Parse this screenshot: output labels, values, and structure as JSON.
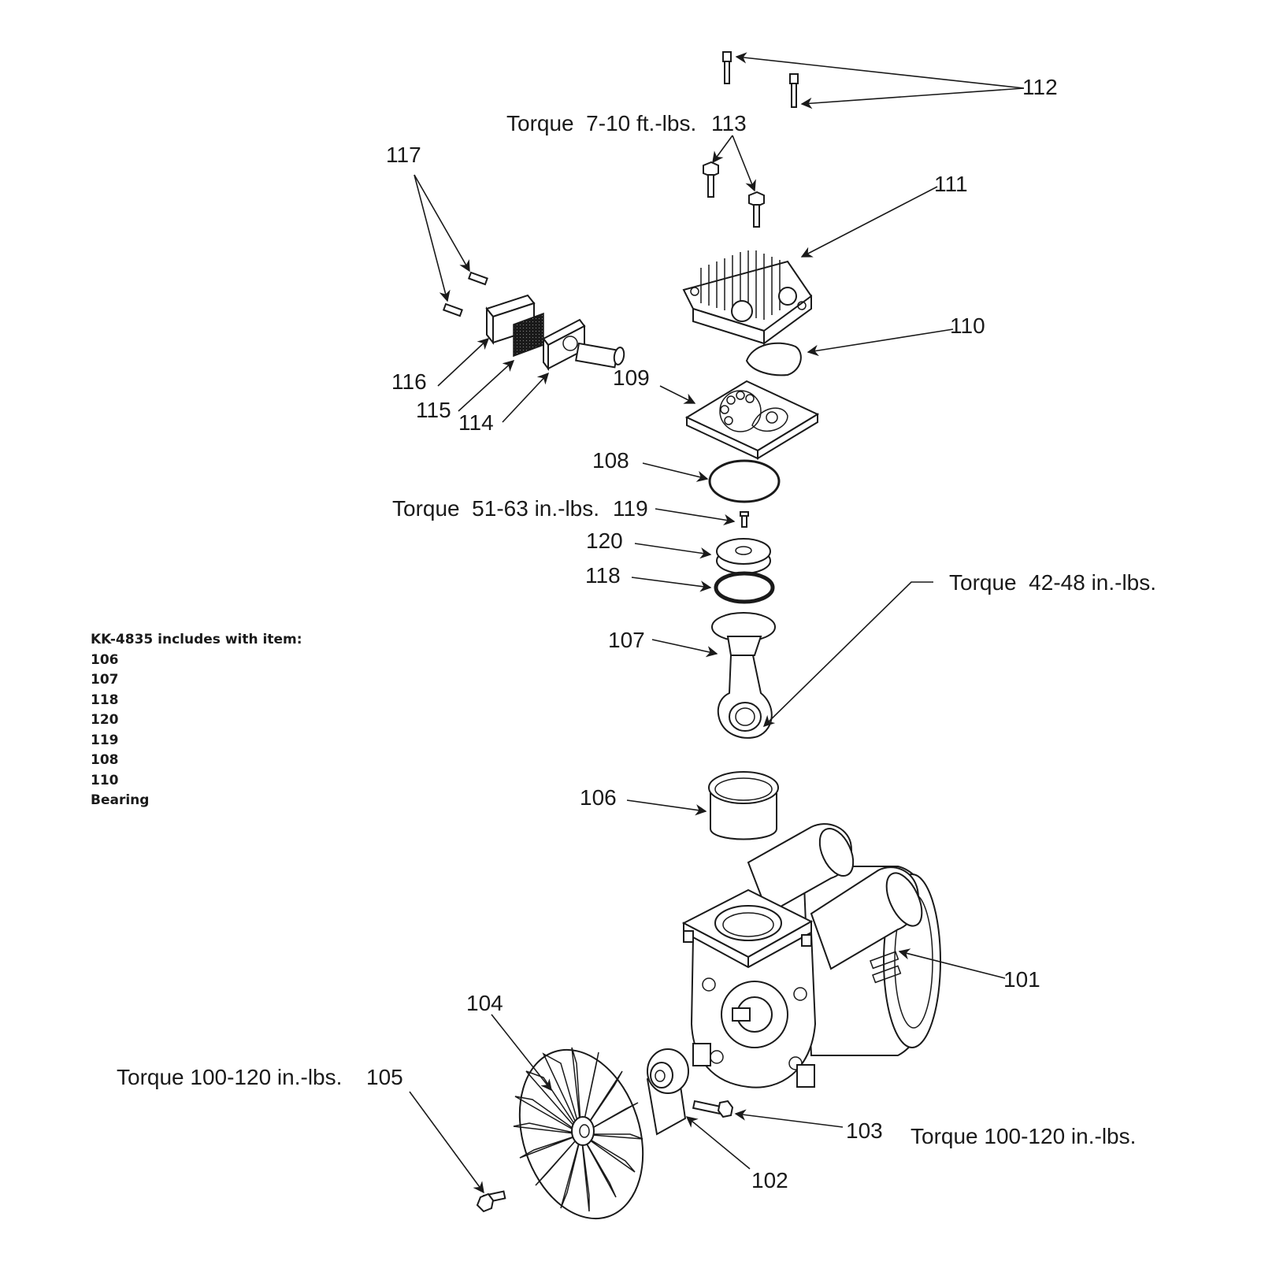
{
  "callouts": {
    "p101": "101",
    "p102": "102",
    "p103": "103",
    "p104": "104",
    "p105": "105",
    "p106": "106",
    "p107": "107",
    "p108": "108",
    "p109": "109",
    "p110": "110",
    "p111": "111",
    "p112": "112",
    "p113": "113",
    "p114": "114",
    "p115": "115",
    "p116": "116",
    "p117": "117",
    "p118": "118",
    "p119": "119",
    "p120": "120"
  },
  "torque_notes": {
    "t113": "Torque  7-10 ft.-lbs.",
    "t119": "Torque  51-63 in.-lbs.",
    "t107": "Torque  42-48 in.-lbs.",
    "t105": "Torque 100-120 in.-lbs.",
    "t103": "Torque 100-120 in.-lbs."
  },
  "kit": {
    "heading": "KK-4835 includes with item:",
    "items": [
      "106",
      "107",
      "118",
      "120",
      "119",
      "108",
      "110",
      "Bearing"
    ]
  }
}
